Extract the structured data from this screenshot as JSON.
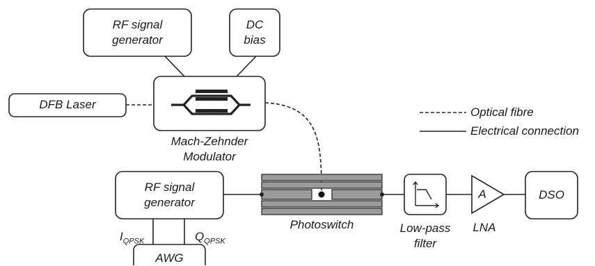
{
  "blocks": {
    "rf_generator_top": [
      "RF signal",
      "generator"
    ],
    "dc_bias": [
      "DC",
      "bias"
    ],
    "dfb_laser": "DFB Laser",
    "mzm_caption": [
      "Mach-Zehnder",
      "Modulator"
    ],
    "rf_generator_bottom": [
      "RF signal",
      "generator"
    ],
    "photoswitch": "Photoswitch",
    "lowpass_caption": [
      "Low-pass",
      "filter"
    ],
    "amp_symbol": "A",
    "lna": "LNA",
    "dso": "DSO",
    "awg": "AWG"
  },
  "iq": {
    "i_main": "I",
    "i_sub": "QPSK",
    "q_main": "Q",
    "q_sub": "QPSK"
  },
  "legend": {
    "optical": "Optical fibre",
    "electrical": "Electrical connection"
  }
}
